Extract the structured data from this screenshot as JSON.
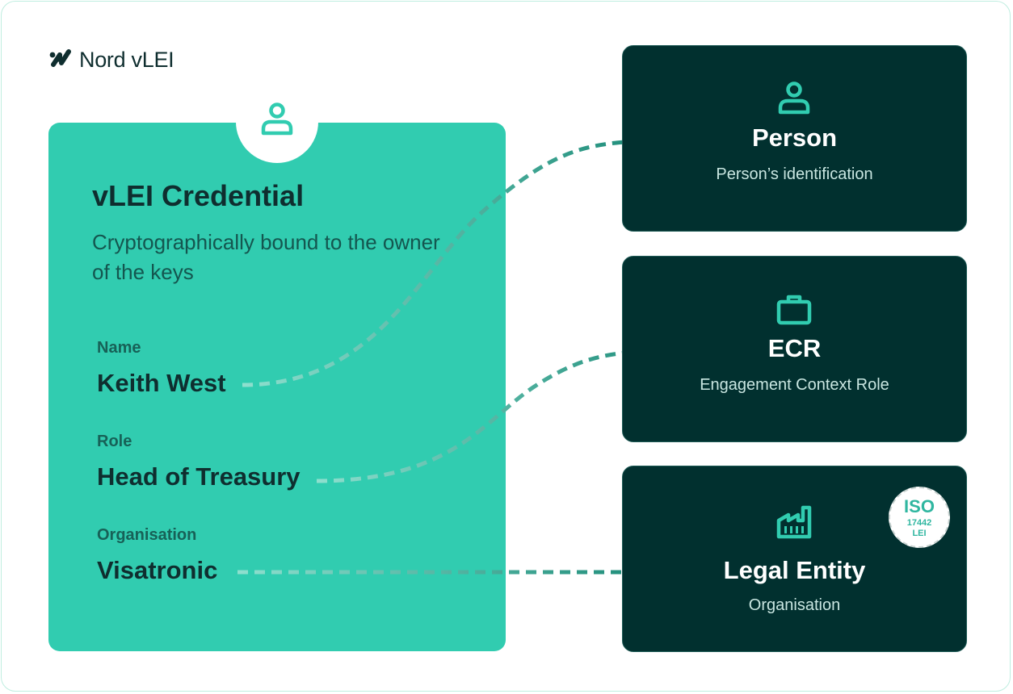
{
  "logo": {
    "text": "Nord vLEI",
    "icon": "nord-logo-icon"
  },
  "credential": {
    "icon": "person-icon",
    "title": "vLEI Credential",
    "subtitle": "Cryptographically bound to the owner of the keys",
    "fields": [
      {
        "label": "Name",
        "value": "Keith West"
      },
      {
        "label": "Role",
        "value": "Head of Treasury"
      },
      {
        "label": "Organisation",
        "value": "Visatronic"
      }
    ]
  },
  "targets": [
    {
      "icon": "person-icon",
      "title": "Person",
      "subtitle": "Person’s identification"
    },
    {
      "icon": "briefcase-icon",
      "title": "ECR",
      "subtitle": "Engagement Context Role"
    },
    {
      "icon": "factory-icon",
      "title": "Legal Entity",
      "subtitle": "Organisation"
    }
  ],
  "badge": {
    "line1": "ISO",
    "line2": "17442",
    "line3": "LEI"
  },
  "colors": {
    "accent": "#31ccb0",
    "dark": "#01302f",
    "text_dark": "#0f2e2f",
    "connector": "#1e8c79"
  }
}
